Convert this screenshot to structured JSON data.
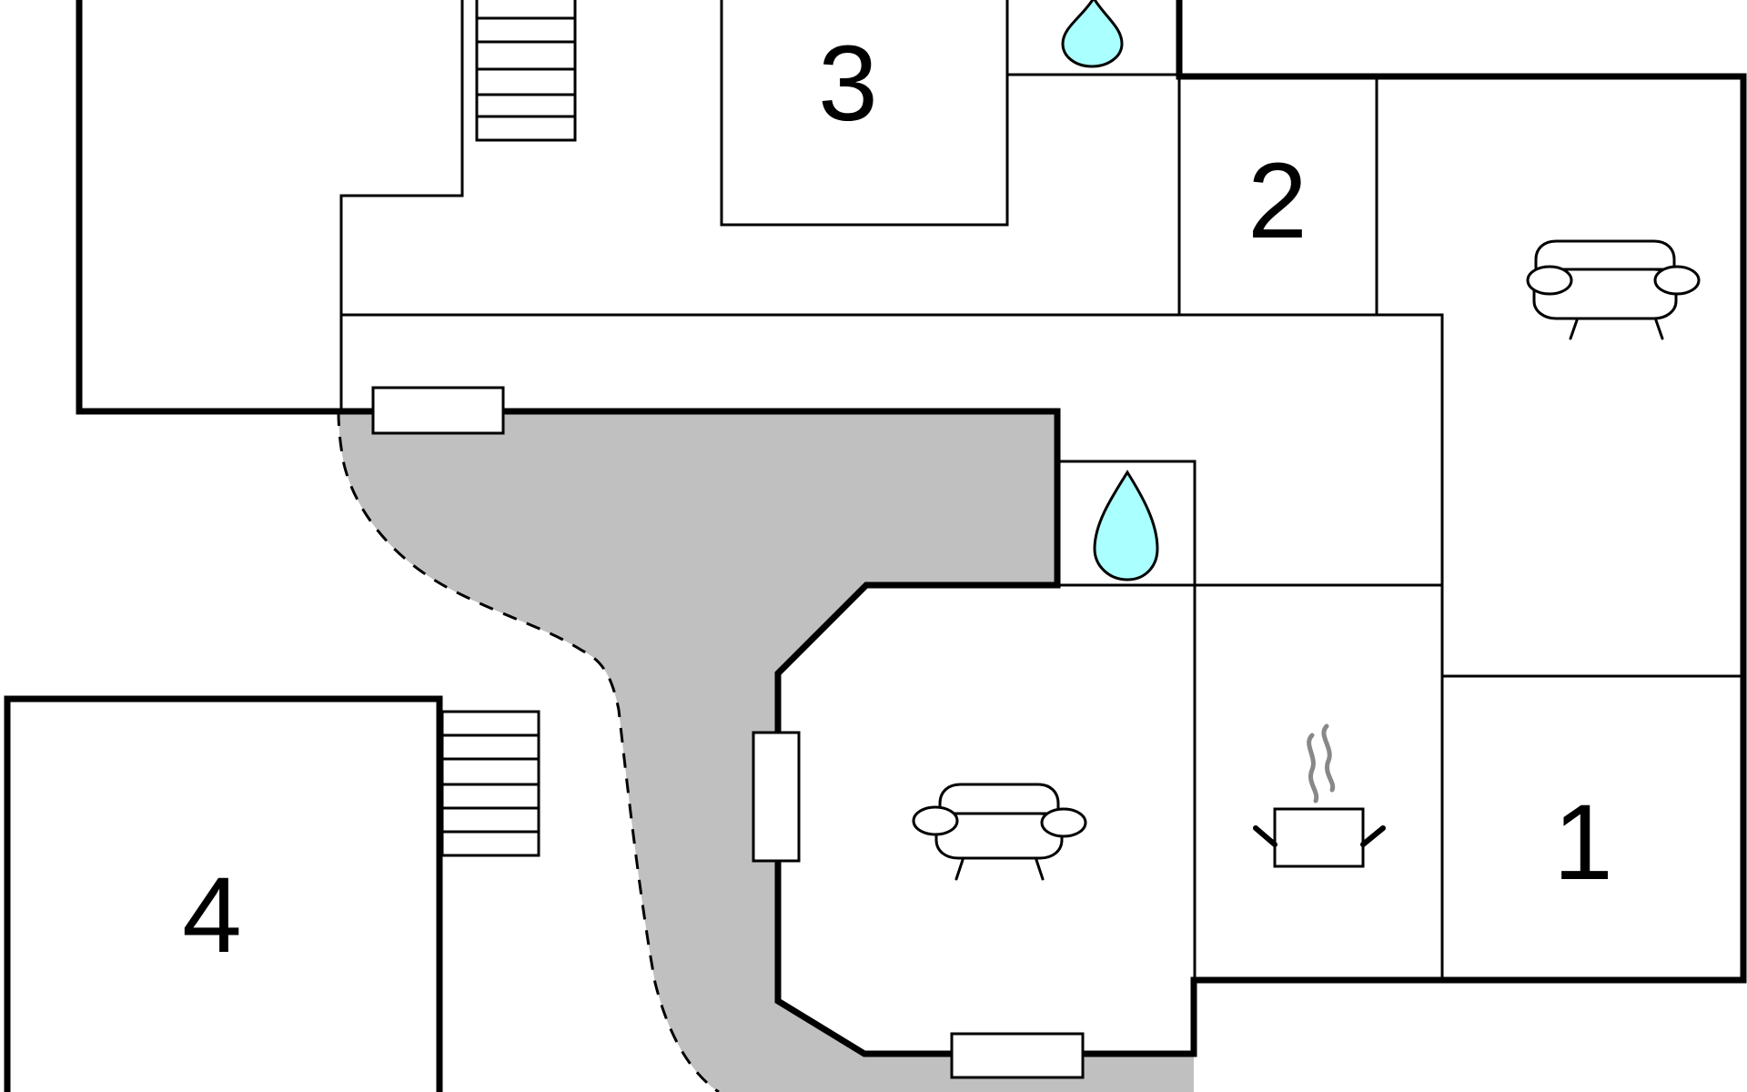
{
  "floorplan": {
    "room_labels": [
      "1",
      "2",
      "3",
      "4"
    ],
    "icons": [
      "bathroom-water-drop-icon",
      "sofa-icon",
      "kitchen-pot-icon",
      "stairs-icon",
      "window-icon",
      "terrace-area"
    ],
    "colors": {
      "wall": "#000000",
      "background": "#ffffff",
      "terrace": "#c0c0c0",
      "water": "#aaffff",
      "steam": "#888888"
    }
  }
}
